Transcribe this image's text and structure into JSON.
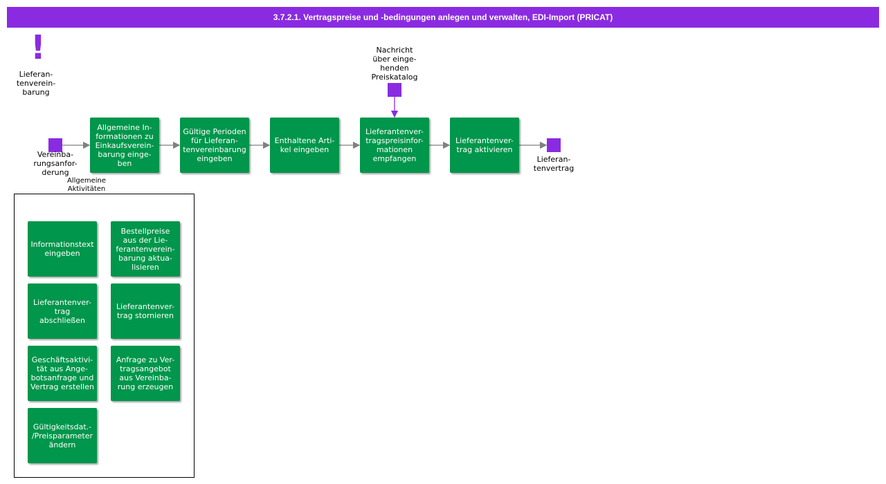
{
  "header": {
    "title": "3.7.2.1. Vertragspreise und -bedingungen anlegen und verwalten, EDI-Import (PRICAT)",
    "color": "#8a2be2"
  },
  "trigger": {
    "icon": "exclamation-icon",
    "label": "Lieferan-\ntenverein-\nbarung"
  },
  "events": {
    "start_label": "Vereinba-\nrungsanfor-\nderung",
    "message_label": "Nachricht\nüber eingе-\nhenden\nPreiskatalog",
    "end_label": "Lieferan-\ntenvertrag"
  },
  "process": {
    "tasks": [
      "Allgemeine In-\nformationen zu\nEinkaufsverein-\nbarung einge-\nben",
      "Gültige Perioden\nfür Lieferan-\ntenvereinbarung\neingeben",
      "Enthaltene Arti-\nkel eingeben",
      "Lieferantenver-\ntragspreisinfor-\nmationen\nempfangen",
      "Lieferantenver-\ntrag aktivieren"
    ]
  },
  "general_activities": {
    "caption": "Allgemeine\nAktivitäten",
    "tasks": [
      "Informationstext\neingeben",
      "Bestellpreise\naus der Lie-\nferantenverein-\nbarung aktua-\nlisieren",
      "Lieferantenver-\ntrag abschließen",
      "Lieferantenver-\ntrag stornieren",
      "Geschäftsaktivi-\ntät aus Ange-\nbotsanfrage und\nVertrag erstellen",
      "Anfrage zu Ver-\ntragsangebot\naus Vereinba-\nrung erzeugen",
      "Gültigkeitsdat.-\n/Preisparameter\nändern"
    ]
  },
  "colors": {
    "event": "#8a2be2",
    "task": "#00964b",
    "flow_arrow": "#808080",
    "message_arrow": "#8a2be2"
  }
}
